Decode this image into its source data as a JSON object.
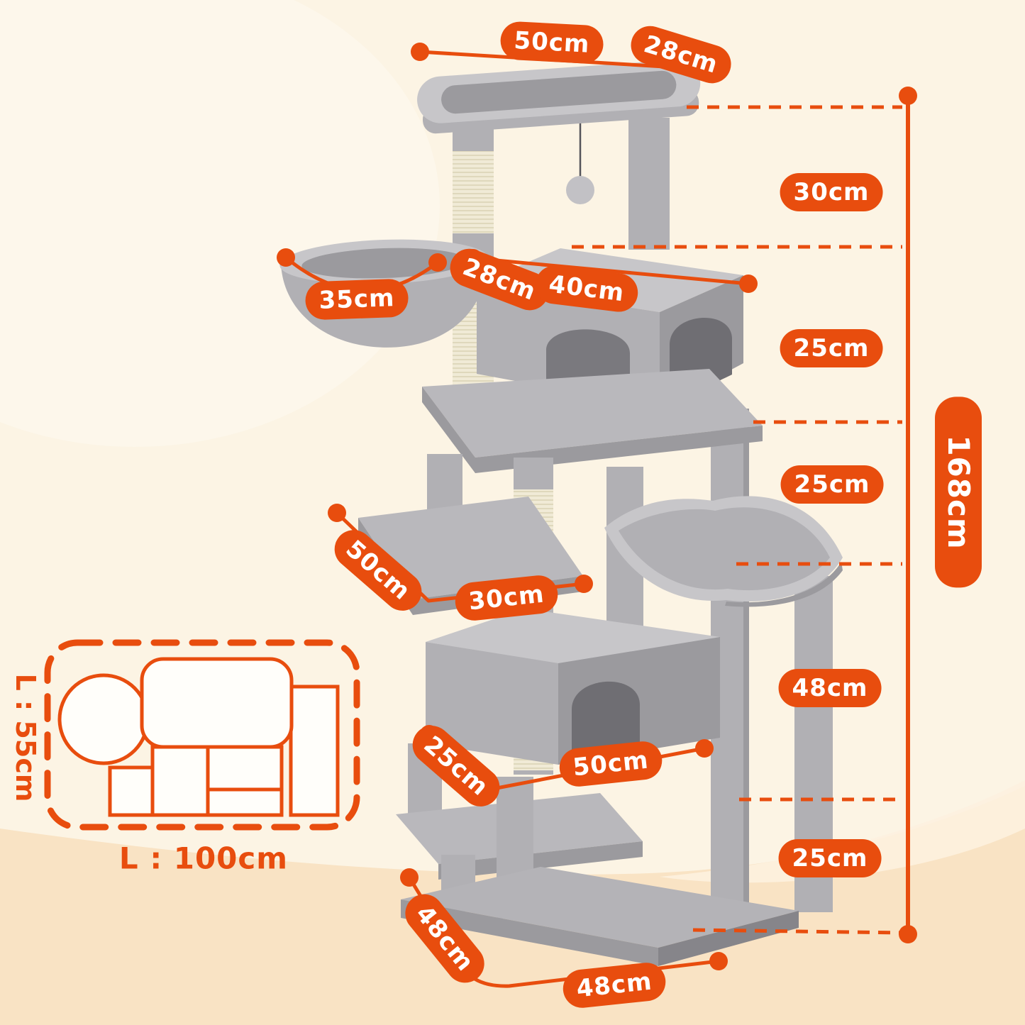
{
  "colors": {
    "accent": "#E84D0E",
    "tree_grey": "#B1B0B4",
    "sisal": "#F0EAD6",
    "background_top": "#FCF4E4",
    "background_bottom": "#F9E3C4"
  },
  "measurements": {
    "top_platform": {
      "width": "50cm",
      "depth": "28cm"
    },
    "height_segments": [
      "30cm",
      "25cm",
      "25cm",
      "48cm",
      "25cm"
    ],
    "total_height": "168cm",
    "basket_diameter": "35cm",
    "upper_condo": {
      "depth": "28cm",
      "width": "40cm"
    },
    "middle_platform": {
      "depth": "50cm",
      "width": "30cm"
    },
    "lower_section": {
      "depth": "25cm",
      "width": "50cm"
    },
    "base": {
      "depth": "48cm",
      "width": "48cm"
    },
    "footprint": {
      "height": "L : 55cm",
      "length": "L : 100cm"
    }
  }
}
